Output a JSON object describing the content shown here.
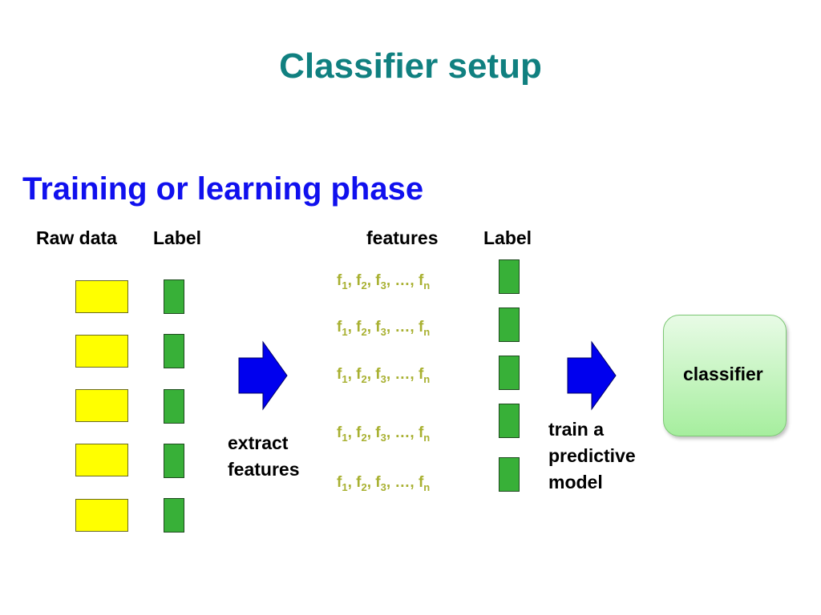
{
  "slide": {
    "title": "Classifier setup",
    "subtitle": "Training or learning phase",
    "headers": {
      "raw_data": "Raw data",
      "label_left": "Label",
      "features": "features",
      "label_right": "Label"
    },
    "feature_row": {
      "f": "f",
      "sep": ", ",
      "subs": [
        "1",
        "2",
        "3"
      ],
      "ellipsis": "…",
      "last_sub": "n"
    },
    "raw_rows": 5,
    "feature_rows": 5,
    "steps": {
      "extract": [
        "extract",
        "features"
      ],
      "train": [
        "train a",
        "predictive",
        "model"
      ]
    },
    "classifier_label": "classifier",
    "colors": {
      "title": "#108080",
      "subtitle": "#1010ee",
      "raw_box": "#ffff00",
      "label_box": "#38b038",
      "feature_text": "#a8b030",
      "arrow": "#0000ee",
      "classifier_fill": "#a6ee9e"
    }
  }
}
